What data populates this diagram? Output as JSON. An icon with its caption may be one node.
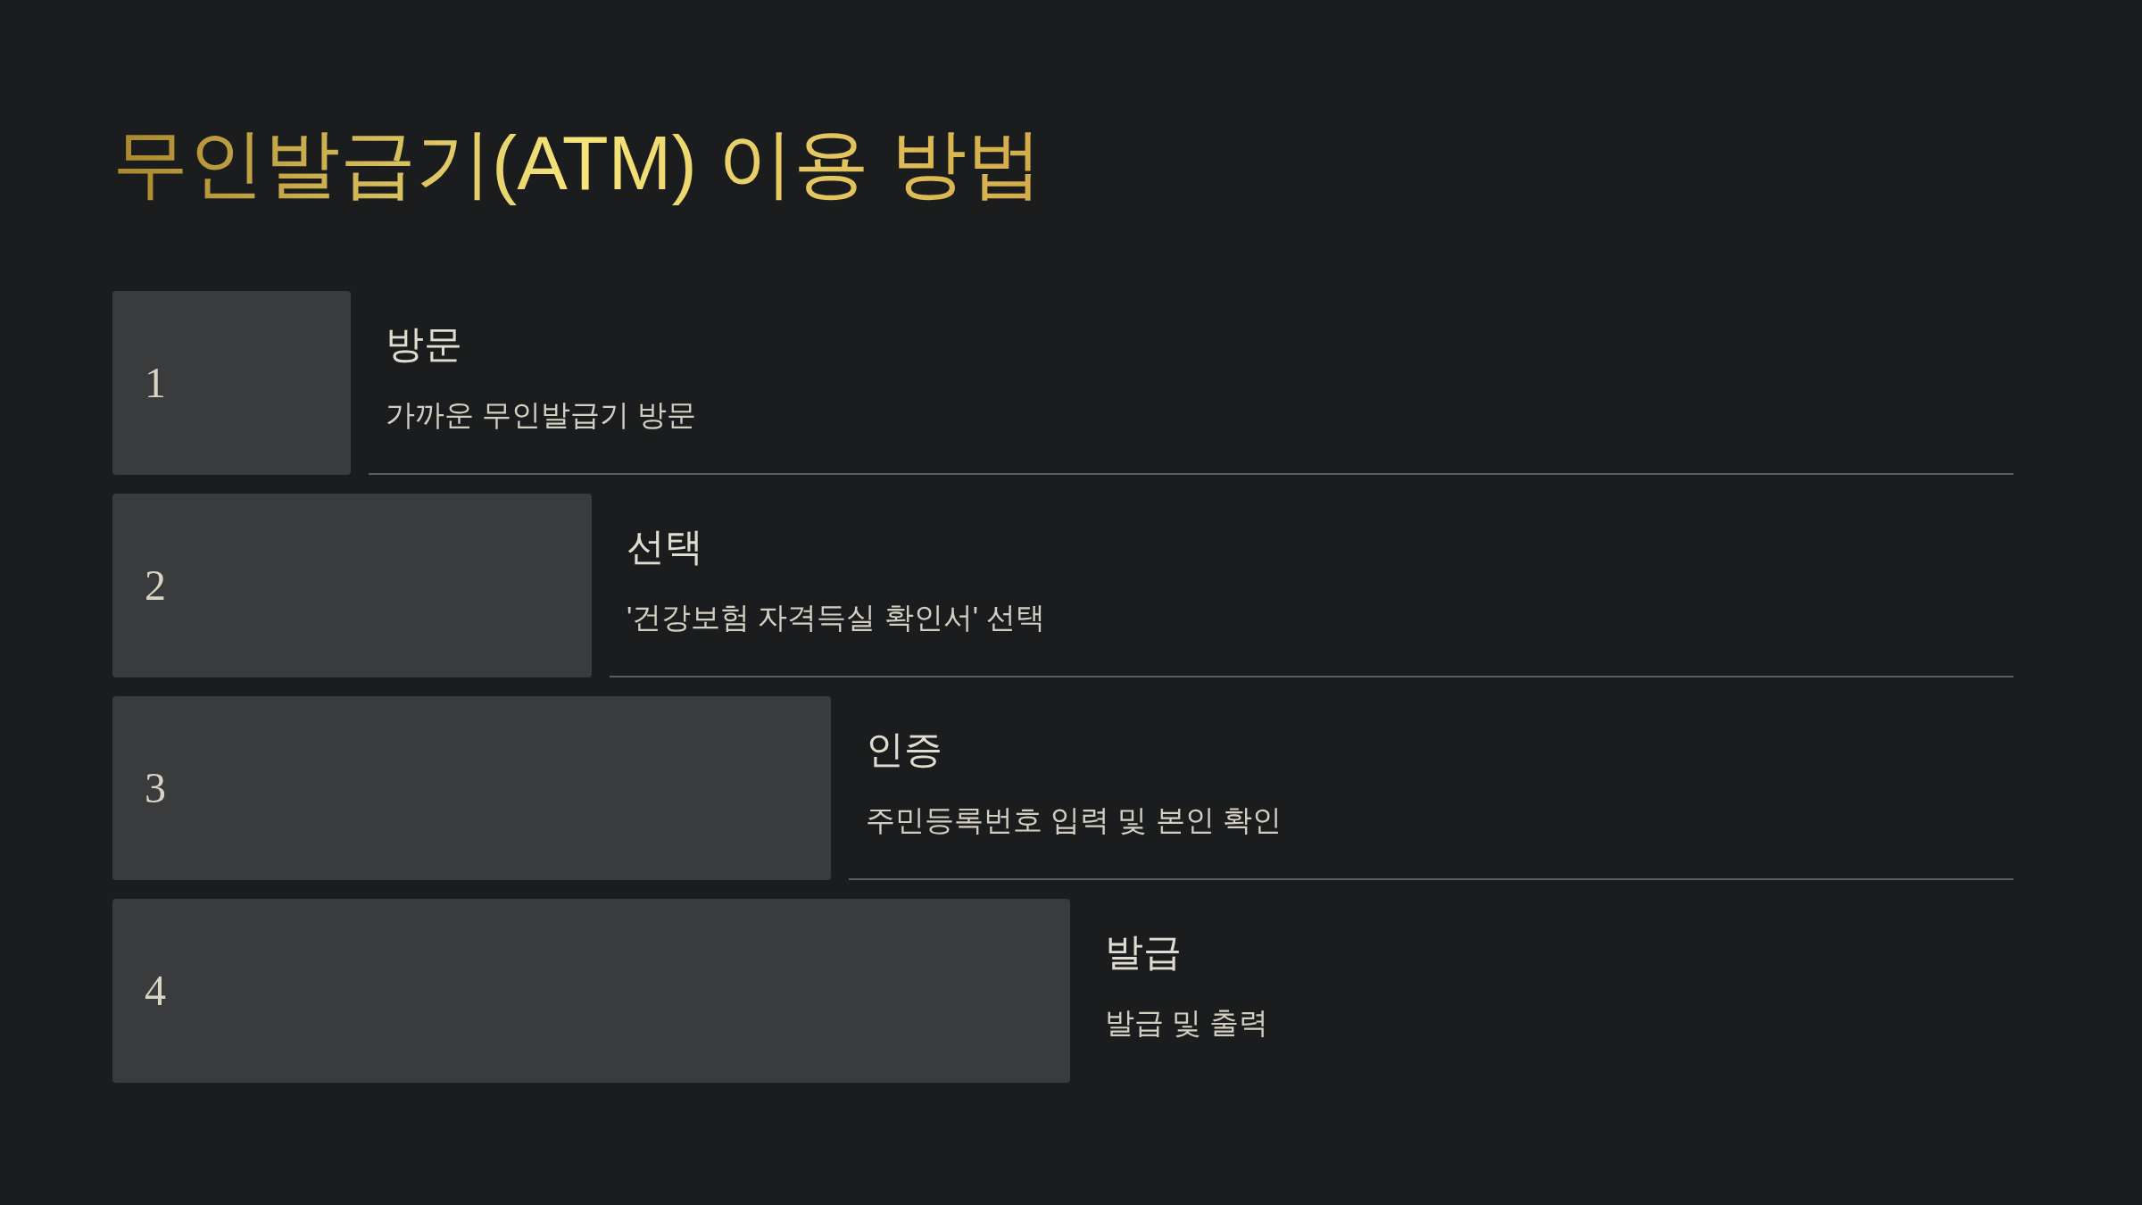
{
  "diagram": {
    "title": "무인발급기(ATM) 이용 방법",
    "nodes": [
      {
        "text": [
          "1"
        ],
        "beside": [
          "방문",
          "가까운 무인발급기 방문"
        ]
      },
      {
        "text": [
          "2"
        ],
        "beside": [
          "선택",
          "'건강보험 자격득실 확인서' 선택"
        ]
      },
      {
        "text": [
          "3"
        ],
        "beside": [
          "인증",
          "주민등록번호 입력 및 본인 확인"
        ]
      },
      {
        "text": [
          "4"
        ],
        "beside": [
          "발급",
          "발급 및 출력"
        ]
      }
    ]
  }
}
